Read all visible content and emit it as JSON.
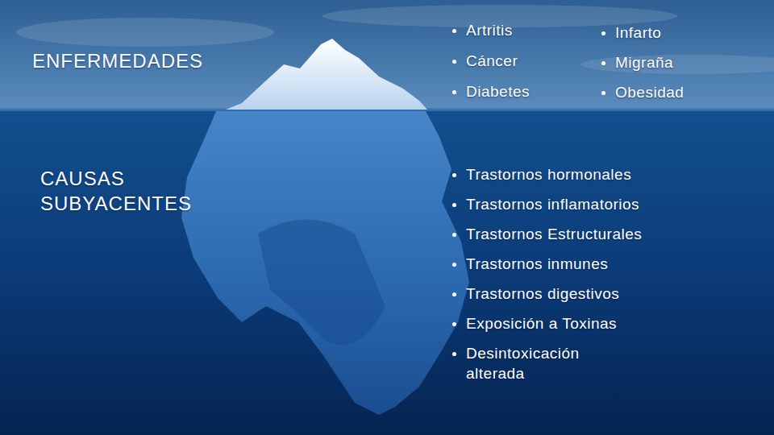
{
  "diagram": {
    "labels": [
      "ENFERMEDADES",
      "Artritis",
      "Cáncer",
      "Diabetes",
      "Infarto",
      "Migraña",
      "Obesidad",
      "CAUSAS SUBYACENTES",
      "Trastornos hormonales",
      "Trastornos inflamatorios",
      "Trastornos Estructurales",
      "Trastornos inmunes",
      "Trastornos digestivos",
      "Exposición a Toxinas",
      "Desintoxicación alterada"
    ]
  }
}
